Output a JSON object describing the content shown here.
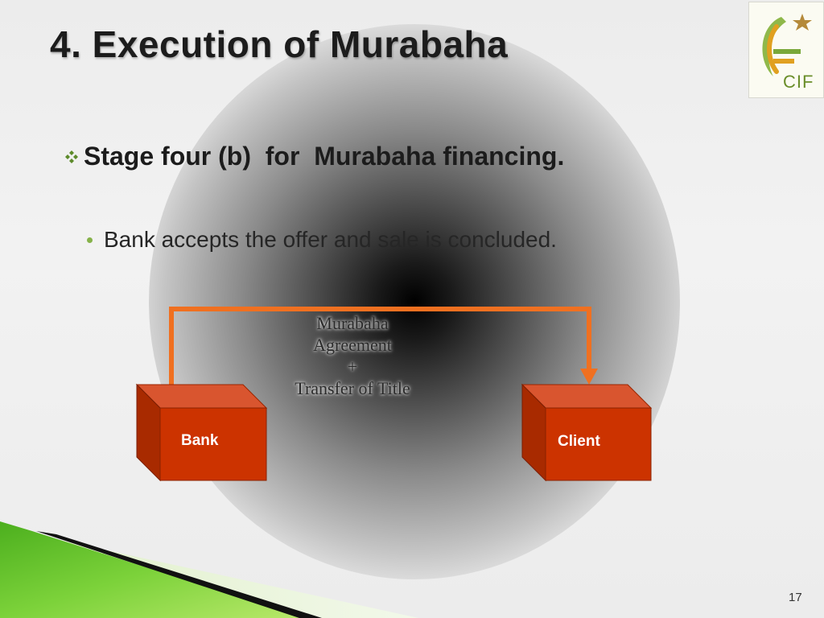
{
  "slide": {
    "title": "4. Execution of Murabaha",
    "stage_heading": "Stage four (b)  for  Murabaha financing.",
    "bullet": "Bank accepts the offer and sale is concluded.",
    "page_number": "17"
  },
  "logo": {
    "text": "CIF",
    "icon": "crescent-star-logo"
  },
  "diagram": {
    "flow_label": [
      "Murabaha",
      "Agreement",
      "+",
      "Transfer of Title"
    ],
    "from": "Bank",
    "to": "Client",
    "colors": {
      "box_front": "#cc3300",
      "box_top": "#d9552f",
      "box_side": "#a82a00",
      "arrow": "#f07020"
    }
  },
  "icons": {
    "heading_bullet": "diamond-bullet-icon",
    "sub_bullet": "dot-bullet-icon"
  }
}
